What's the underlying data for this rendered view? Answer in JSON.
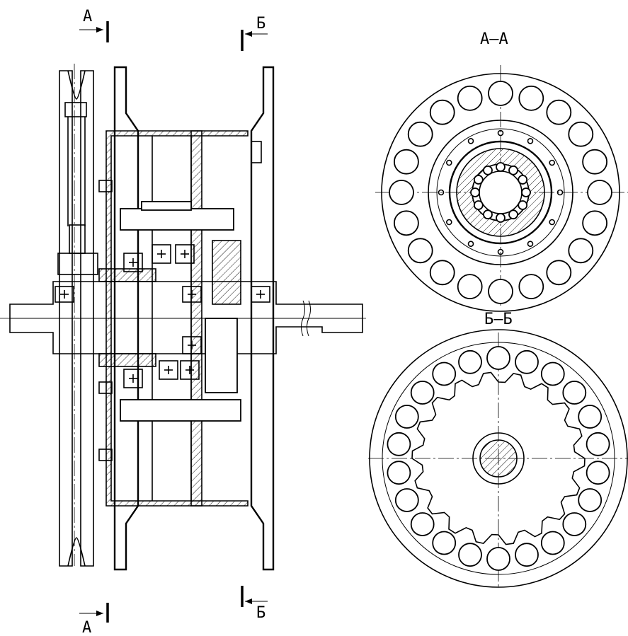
{
  "section_marks": {
    "a_top": "А",
    "a_bottom": "А",
    "b_top": "Б",
    "b_bottom": "Б"
  },
  "views": {
    "section_a_title": "А–А",
    "section_b_title": "Б–Б"
  },
  "colors": {
    "line": "#000000",
    "background": "#ffffff"
  }
}
